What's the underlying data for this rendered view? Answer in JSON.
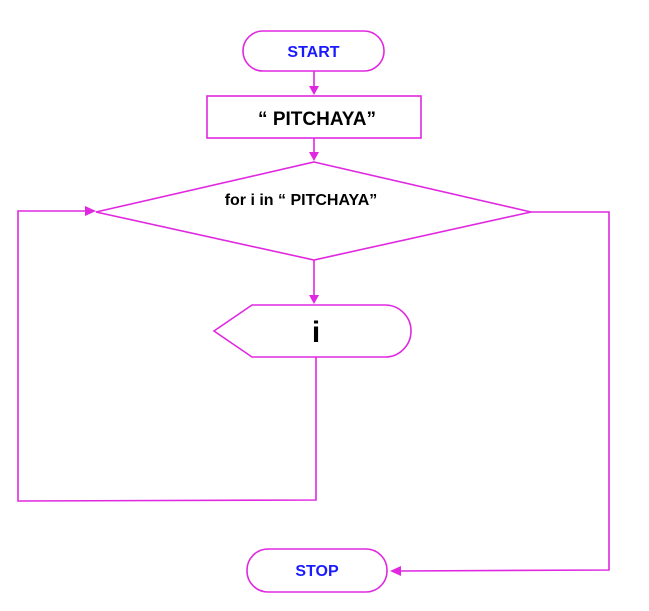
{
  "diagram": {
    "start_label": "START",
    "process_label": "“ PITCHAYA”",
    "decision_label": "for i in “ PITCHAYA”",
    "output_label": "i",
    "stop_label": "STOP"
  },
  "colors": {
    "stroke": "#e028e0",
    "terminal_text": "#1a1aff",
    "body_text": "#000000",
    "background": "#ffffff"
  }
}
